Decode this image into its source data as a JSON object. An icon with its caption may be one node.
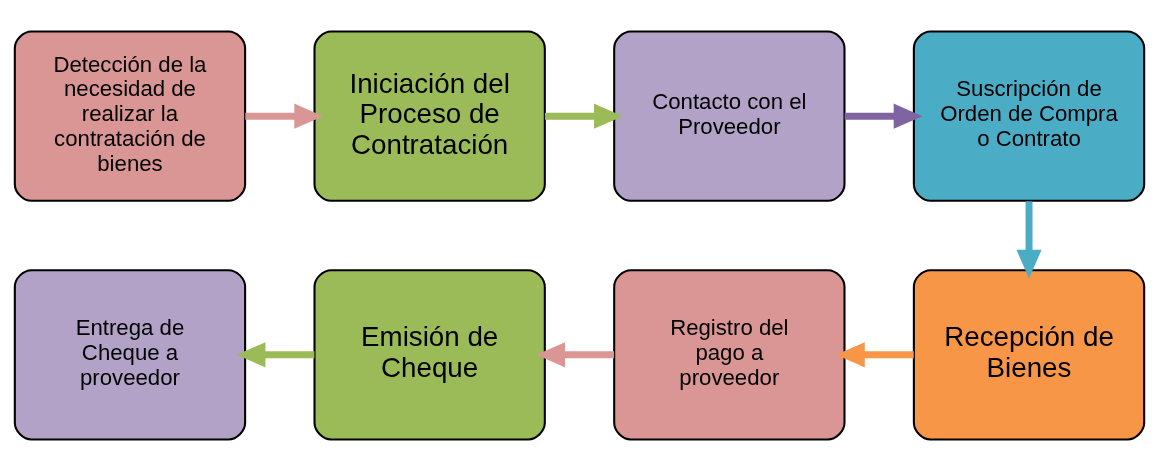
{
  "diagram": {
    "nodes": [
      {
        "text": [
          "Detección de la necesidad de realizar la contratación de bienes"
        ]
      },
      {
        "text": [
          "Iniciación del Proceso de Contratación"
        ]
      },
      {
        "text": [
          "Contacto con el Proveedor"
        ]
      },
      {
        "text": [
          "Suscripción de Orden de Compra  o Contrato"
        ]
      },
      {
        "text": [
          "Recepción de Bienes"
        ]
      },
      {
        "text": [
          "Registro del pago a proveedor"
        ]
      },
      {
        "text": [
          "Emisión de Cheque"
        ]
      },
      {
        "text": [
          "Entrega de Cheque a proveedor"
        ]
      }
    ],
    "edges": [
      {
        "from": 0,
        "to": 1,
        "arrow": "to",
        "color": "#d99694"
      },
      {
        "from": 1,
        "to": 2,
        "arrow": "to",
        "color": "#9bbb59"
      },
      {
        "from": 2,
        "to": 3,
        "arrow": "to",
        "color": "#8064a2"
      },
      {
        "from": 3,
        "to": 4,
        "arrow": "to",
        "color": "#4bacc6"
      },
      {
        "from": 4,
        "to": 5,
        "arrow": "to",
        "color": "#f79646"
      },
      {
        "from": 5,
        "to": 6,
        "arrow": "to",
        "color": "#d99694"
      },
      {
        "from": 6,
        "to": 7,
        "arrow": "to",
        "color": "#9bbb59"
      }
    ]
  }
}
